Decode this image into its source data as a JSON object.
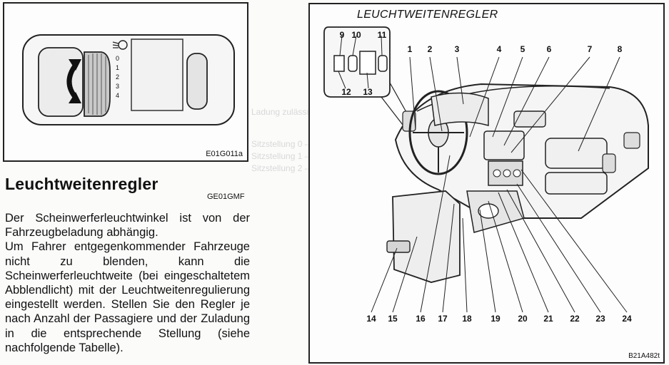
{
  "left_figure": {
    "code": "E01G011a",
    "scale": [
      "0",
      "1",
      "2",
      "3",
      "4"
    ]
  },
  "section": {
    "title": "Leuchtweitenregler",
    "code": "GE01GMF",
    "paragraphs": [
      "Der Scheinwerferleuchtwinkel ist von der Fahrzeugbeladung abhängig.",
      "Um Fahrer entgegenkommender Fahrzeuge nicht zu blenden, kann die Scheinwerferleuchtweite (bei eingeschaltetem Abblendlicht) mit der Leuchtweitenregulierung eingestellt werden. Stellen Sie den Regler je nach Anzahl der Passagiere und der Zuladung in die entsprechende Stellung (siehe nachfolgende Tabelle)."
    ]
  },
  "right_figure": {
    "title": "LEUCHTWEITENREGLER",
    "code": "B21A482t",
    "inset_callouts": [
      "9",
      "10",
      "11",
      "12",
      "13"
    ],
    "top_callouts": [
      "1",
      "2",
      "3",
      "4",
      "5",
      "6",
      "7",
      "8"
    ],
    "bottom_callouts": [
      "14",
      "15",
      "16",
      "17",
      "18",
      "19",
      "20",
      "21",
      "22",
      "23",
      "24"
    ]
  }
}
